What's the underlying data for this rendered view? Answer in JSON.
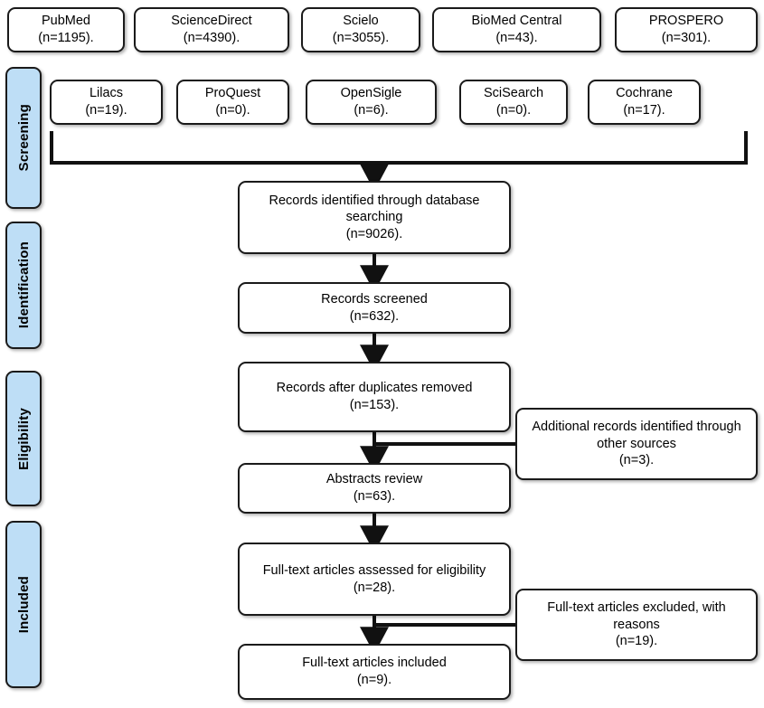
{
  "diagram": {
    "title": "PRISMA study selection flow diagram",
    "colors": {
      "stage_fill": "#bedef6",
      "box_fill": "#ffffff",
      "stroke": "#1a1a1a"
    }
  },
  "stages": [
    {
      "label": "Screening"
    },
    {
      "label": "Identification"
    },
    {
      "label": "Eligibility"
    },
    {
      "label": "Included"
    }
  ],
  "sources_row1": [
    {
      "name": "PubMed",
      "count_text": "(n=1195).",
      "text": "PubMed\n(n=1195)."
    },
    {
      "name": "ScienceDirect",
      "count_text": "(n=4390).",
      "text": "ScienceDirect\n(n=4390)."
    },
    {
      "name": "Scielo",
      "count_text": "(n=3055).",
      "text": "Scielo\n(n=3055)."
    },
    {
      "name": "BioMed Central",
      "count_text": "(n=43).",
      "text": "BioMed Central\n(n=43)."
    },
    {
      "name": "PROSPERO",
      "count_text": "(n=301).",
      "text": "PROSPERO\n(n=301)."
    }
  ],
  "sources_row2": [
    {
      "name": "Lilacs",
      "count_text": "(n=19).",
      "text": "Lilacs\n(n=19)."
    },
    {
      "name": "ProQuest",
      "count_text": "(n=0).",
      "text": "ProQuest\n(n=0)."
    },
    {
      "name": "OpenSigle",
      "count_text": "(n=6).",
      "text": "OpenSigle\n(n=6)."
    },
    {
      "name": "SciSearch",
      "count_text": "(n=0).",
      "text": "SciSearch\n(n=0)."
    },
    {
      "name": "Cochrane",
      "count_text": "(n=17).",
      "text": "Cochrane\n(n=17)."
    }
  ],
  "flow": [
    {
      "id": "identified",
      "text": "Records identified through database searching\n(n=9026).",
      "count_text": "(n=9026)."
    },
    {
      "id": "screened",
      "text": "Records screened\n(n=632).",
      "count_text": "(n=632)."
    },
    {
      "id": "duplicates-removed",
      "text": "Records after duplicates removed\n(n=153).",
      "count_text": "(n=153)."
    },
    {
      "id": "abstracts-review",
      "text": "Abstracts review\n(n=63).",
      "count_text": "(n=63)."
    },
    {
      "id": "fulltext-assessed",
      "text": "Full-text articles assessed for eligibility\n(n=28).",
      "count_text": "(n=28)."
    },
    {
      "id": "fulltext-included",
      "text": "Full-text articles included\n(n=9).",
      "count_text": "(n=9)."
    }
  ],
  "side_boxes": [
    {
      "id": "additional-records",
      "text": "Additional records identified through other sources\n(n=3).",
      "count_text": "(n=3)."
    },
    {
      "id": "fulltext-excluded",
      "text": "Full-text articles excluded, with reasons\n(n=19).",
      "count_text": "(n=19)."
    }
  ],
  "chart_data": {
    "type": "diagram",
    "title": "PRISMA flow diagram",
    "database_counts": {
      "PubMed": 1195,
      "ScienceDirect": 4390,
      "Scielo": 3055,
      "BioMed Central": 43,
      "PROSPERO": 301,
      "Lilacs": 19,
      "ProQuest": 0,
      "OpenSigle": 6,
      "SciSearch": 0,
      "Cochrane": 17
    },
    "flow_counts": {
      "Records identified through database searching": 9026,
      "Records screened": 632,
      "Records after duplicates removed": 153,
      "Abstracts review": 63,
      "Full-text articles assessed for eligibility": 28,
      "Full-text articles included": 9,
      "Additional records identified through other sources": 3,
      "Full-text articles excluded, with reasons": 19
    },
    "stages": [
      "Screening",
      "Identification",
      "Eligibility",
      "Included"
    ]
  }
}
